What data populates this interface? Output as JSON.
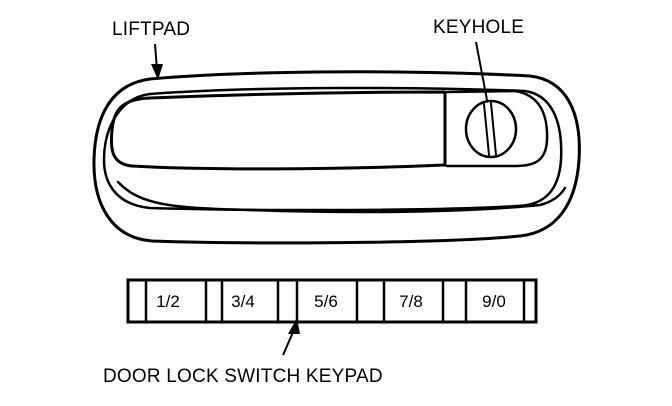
{
  "labels": {
    "liftpad": "LIFTPAD",
    "keyhole": "KEYHOLE",
    "keypad": "DOOR LOCK SWITCH KEYPAD"
  },
  "keypad": {
    "keys": [
      "1/2",
      "3/4",
      "5/6",
      "7/8",
      "9/0"
    ]
  },
  "colors": {
    "ink": "#000000",
    "background": "#ffffff"
  }
}
